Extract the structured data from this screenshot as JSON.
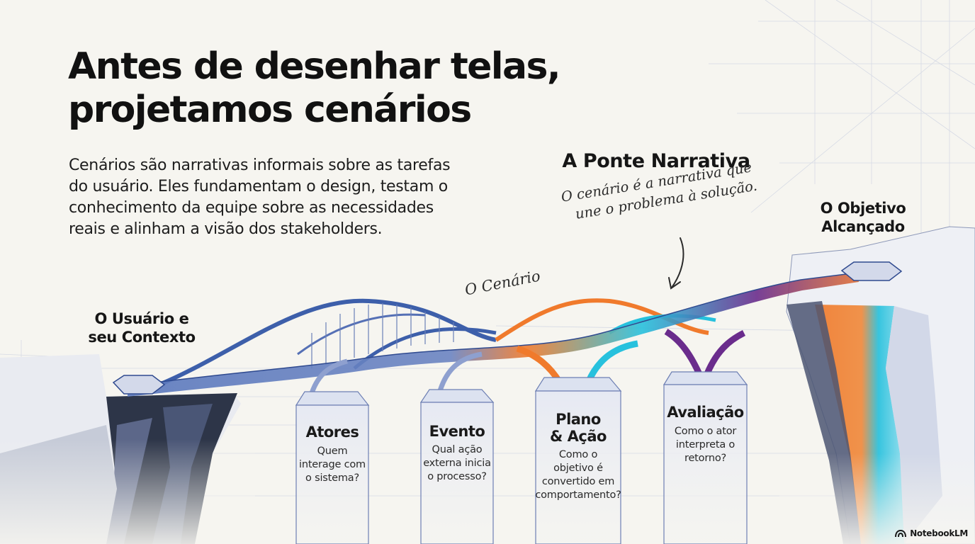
{
  "title": {
    "line1": "Antes de desenhar telas,",
    "line2": "projetamos cenários"
  },
  "intro": "Cenários são narrativas informais sobre as tarefas do usuário. Eles fundamentam o design, testam o conhecimento da equipe sobre as necessidades reais e alinham a visão dos stakeholders.",
  "bridge_title": "A Ponte Narrativa",
  "annotation": {
    "line1": "O cenário é a narrativa que",
    "line2": "une o problema à solução."
  },
  "scenario_label": "O Cenário",
  "start_label": {
    "line1": "O Usuário e",
    "line2": "seu Contexto"
  },
  "goal_label": {
    "line1": "O Objetivo",
    "line2": "Alcançado"
  },
  "pillars": [
    {
      "title": [
        "Atores"
      ],
      "text": [
        "Quem",
        "interage com",
        "o sistema?"
      ]
    },
    {
      "title": [
        "Evento"
      ],
      "text": [
        "Qual ação",
        "externa inicia",
        "o processo?"
      ]
    },
    {
      "title": [
        "Plano",
        "& Ação"
      ],
      "text": [
        "Como o",
        "objetivo é",
        "convertido em",
        "comportamento?"
      ]
    },
    {
      "title": [
        "Avaliação"
      ],
      "text": [
        "Como o ator",
        "interpreta o",
        "retorno?"
      ]
    }
  ],
  "brand": {
    "name": "NotebookLM",
    "icon": "notebooklm-logo-icon"
  },
  "colors": {
    "blueprint": "#3d5faa",
    "orange": "#f07a2c",
    "cyan": "#27c1dd",
    "purple": "#6a2c8c",
    "cliff_dark": "#2b3346"
  }
}
